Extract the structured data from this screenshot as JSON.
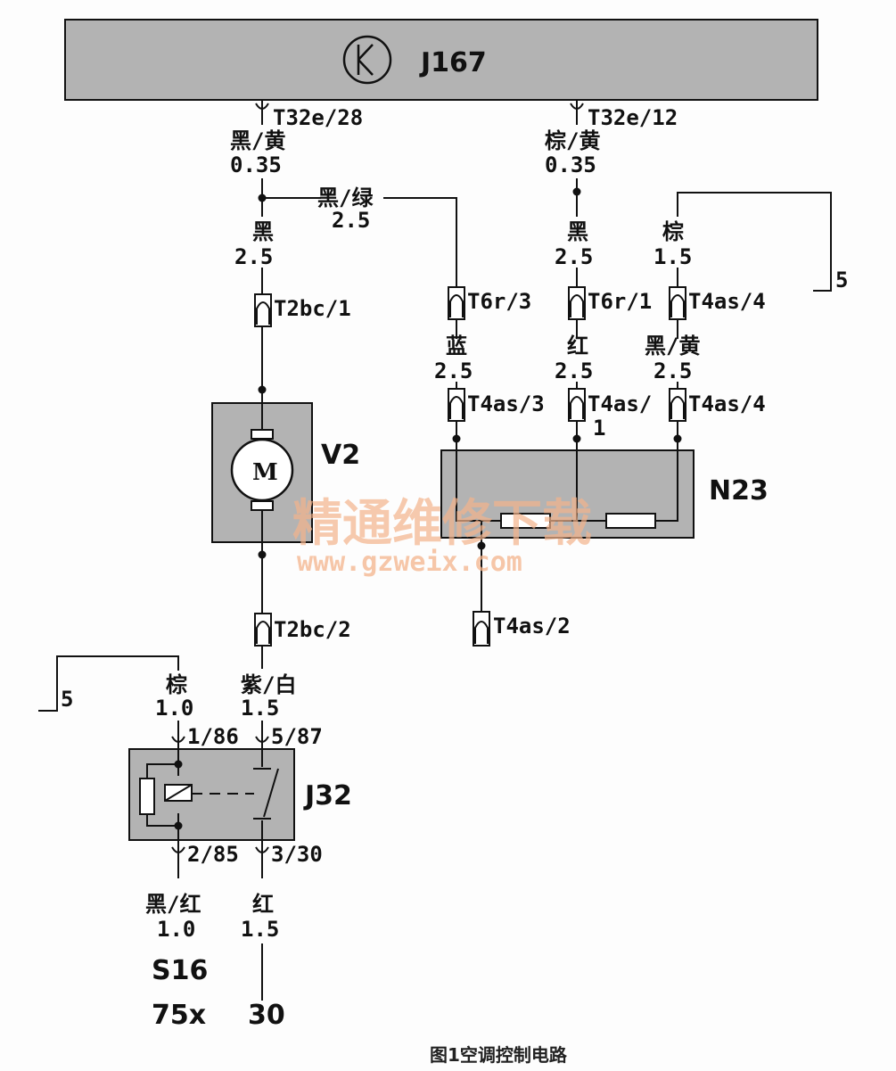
{
  "components": {
    "j167": "J167",
    "v2": "V2",
    "v2_symbol": "M",
    "n23": "N23",
    "j32": "J32"
  },
  "pins": {
    "t32e_28": "T32e/28",
    "t32e_12": "T32e/12",
    "t2bc_1": "T2bc/1",
    "t2bc_2": "T2bc/2",
    "t6r_3": "T6r/3",
    "t6r_1": "T6r/1",
    "t4as_4_top": "T4as/4",
    "t4as_3": "T4as/3",
    "t4as_1": "T4as/",
    "t4as_1_suffix": "1",
    "t4as_4_bottom": "T4as/4",
    "t4as_2": "T4as/2",
    "j32_1_86": "1/86",
    "j32_5_87": "5/87",
    "j32_2_85": "2/85",
    "j32_3_30": "3/30"
  },
  "wires": {
    "w1_color": "黑/黄",
    "w1_size": "0.35",
    "w2_color": "棕/黄",
    "w2_size": "0.35",
    "w3_color": "黑/绿",
    "w3_size": "2.5",
    "w4_color": "黑",
    "w4_size": "2.5",
    "w5_color": "黑",
    "w5_size": "2.5",
    "w6_color": "棕",
    "w6_size": "1.5",
    "w7_color": "蓝",
    "w7_size": "2.5",
    "w8_color": "红",
    "w8_size": "2.5",
    "w9_color": "黑/黄",
    "w9_size": "2.5",
    "w10_color": "棕",
    "w10_size": "1.0",
    "w11_color": "紫/白",
    "w11_size": "1.5",
    "w12_color": "黑/红",
    "w12_size": "1.0",
    "w13_color": "红",
    "w13_size": "1.5"
  },
  "ground_refs": {
    "right": "5",
    "left": "5"
  },
  "terminals": {
    "s16": "S16",
    "t75x": "75x",
    "t30": "30"
  },
  "watermark": {
    "cn": "精通维修下载",
    "url": "www.gzweix.com"
  },
  "caption": "图1空调控制电路"
}
